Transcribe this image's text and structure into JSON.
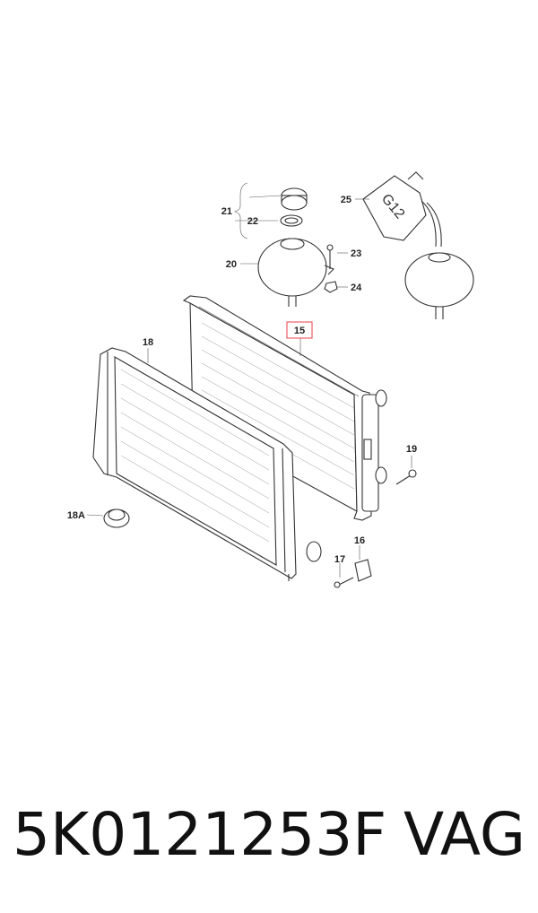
{
  "diagram": {
    "callouts": {
      "c15": "15",
      "c16": "16",
      "c17": "17",
      "c18": "18",
      "c18a": "18A",
      "c19": "19",
      "c20": "20",
      "c21": "21",
      "c22": "22",
      "c23": "23",
      "c24": "24",
      "c25": "25"
    },
    "highlight_color": "#e8404a"
  },
  "footer": {
    "part_number": "5K0121253F",
    "brand": "VAG"
  }
}
